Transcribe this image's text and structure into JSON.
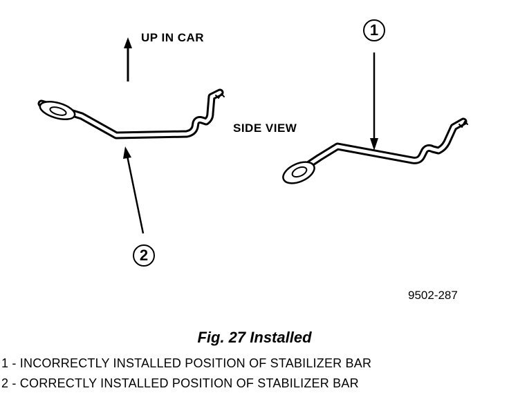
{
  "labels": {
    "up_in_car": "UP IN CAR",
    "side_view": "SIDE VIEW",
    "figure_number": "9502-287"
  },
  "callouts": [
    {
      "number": "1"
    },
    {
      "number": "2"
    }
  ],
  "caption": "Fig. 27 Installed",
  "legend": [
    "1 - INCORRECTLY INSTALLED POSITION OF STABILIZER BAR",
    "2 - CORRECTLY INSTALLED POSITION OF STABILIZER BAR"
  ]
}
